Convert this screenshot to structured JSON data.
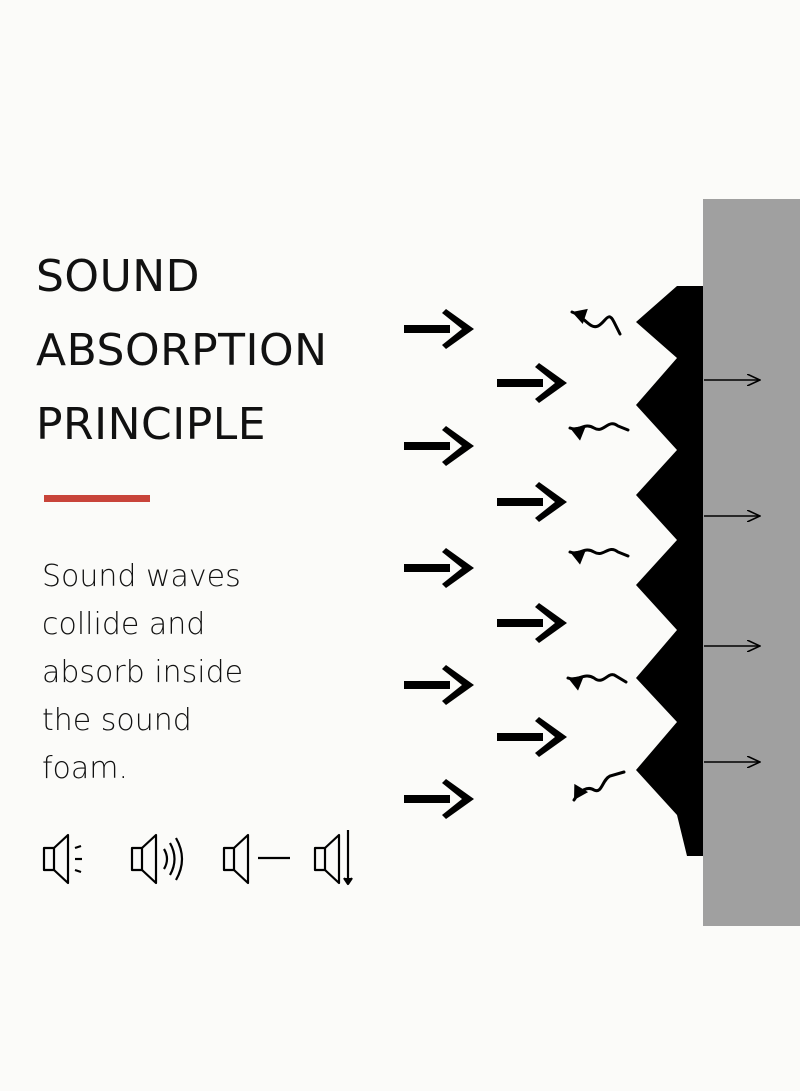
{
  "title_lines": [
    "SOUND",
    "ABSORPTION",
    "PRINCIPLE"
  ],
  "body_lines": [
    "Sound waves",
    "collide and",
    "absorb inside",
    "the sound",
    "foam."
  ],
  "colors": {
    "accent": "#c8443a",
    "wall": "#a0a0a0",
    "foam": "#000000",
    "text": "#111111",
    "background": "#fbfbf9"
  },
  "icons": [
    "speaker-emitting-icon",
    "speaker-waves-icon",
    "speaker-line-icon",
    "speaker-wall-icon"
  ]
}
